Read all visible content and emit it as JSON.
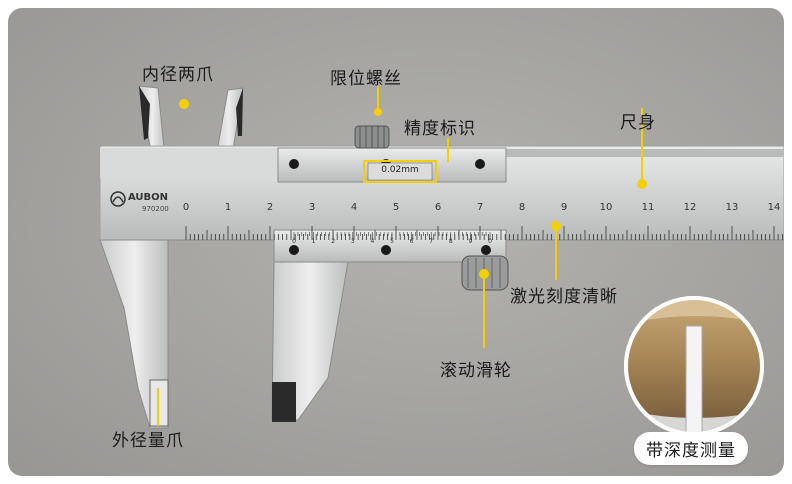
{
  "labels": {
    "inner_jaws": "内径两爪",
    "limit_screw": "限位螺丝",
    "precision": "精度标识",
    "main_scale": "尺身",
    "laser_engraving": "激光刻度清晰",
    "roller": "滚动滑轮",
    "outer_jaws": "外径量爪",
    "depth": "带深度测量"
  },
  "brand": {
    "name": "AUBON",
    "model": "970200"
  },
  "precision_value": "0.02mm",
  "main_scale_numbers": [
    "0",
    "1",
    "2",
    "3",
    "4",
    "5",
    "6",
    "7",
    "8",
    "9",
    "10",
    "11",
    "12",
    "13",
    "14"
  ],
  "vernier_numbers": [
    "0",
    "1",
    "2",
    "3",
    "4",
    "5",
    "6",
    "7",
    "8",
    "9",
    "0"
  ],
  "colors": {
    "accent": "#f5d000",
    "steel": "#cfd0d0"
  }
}
